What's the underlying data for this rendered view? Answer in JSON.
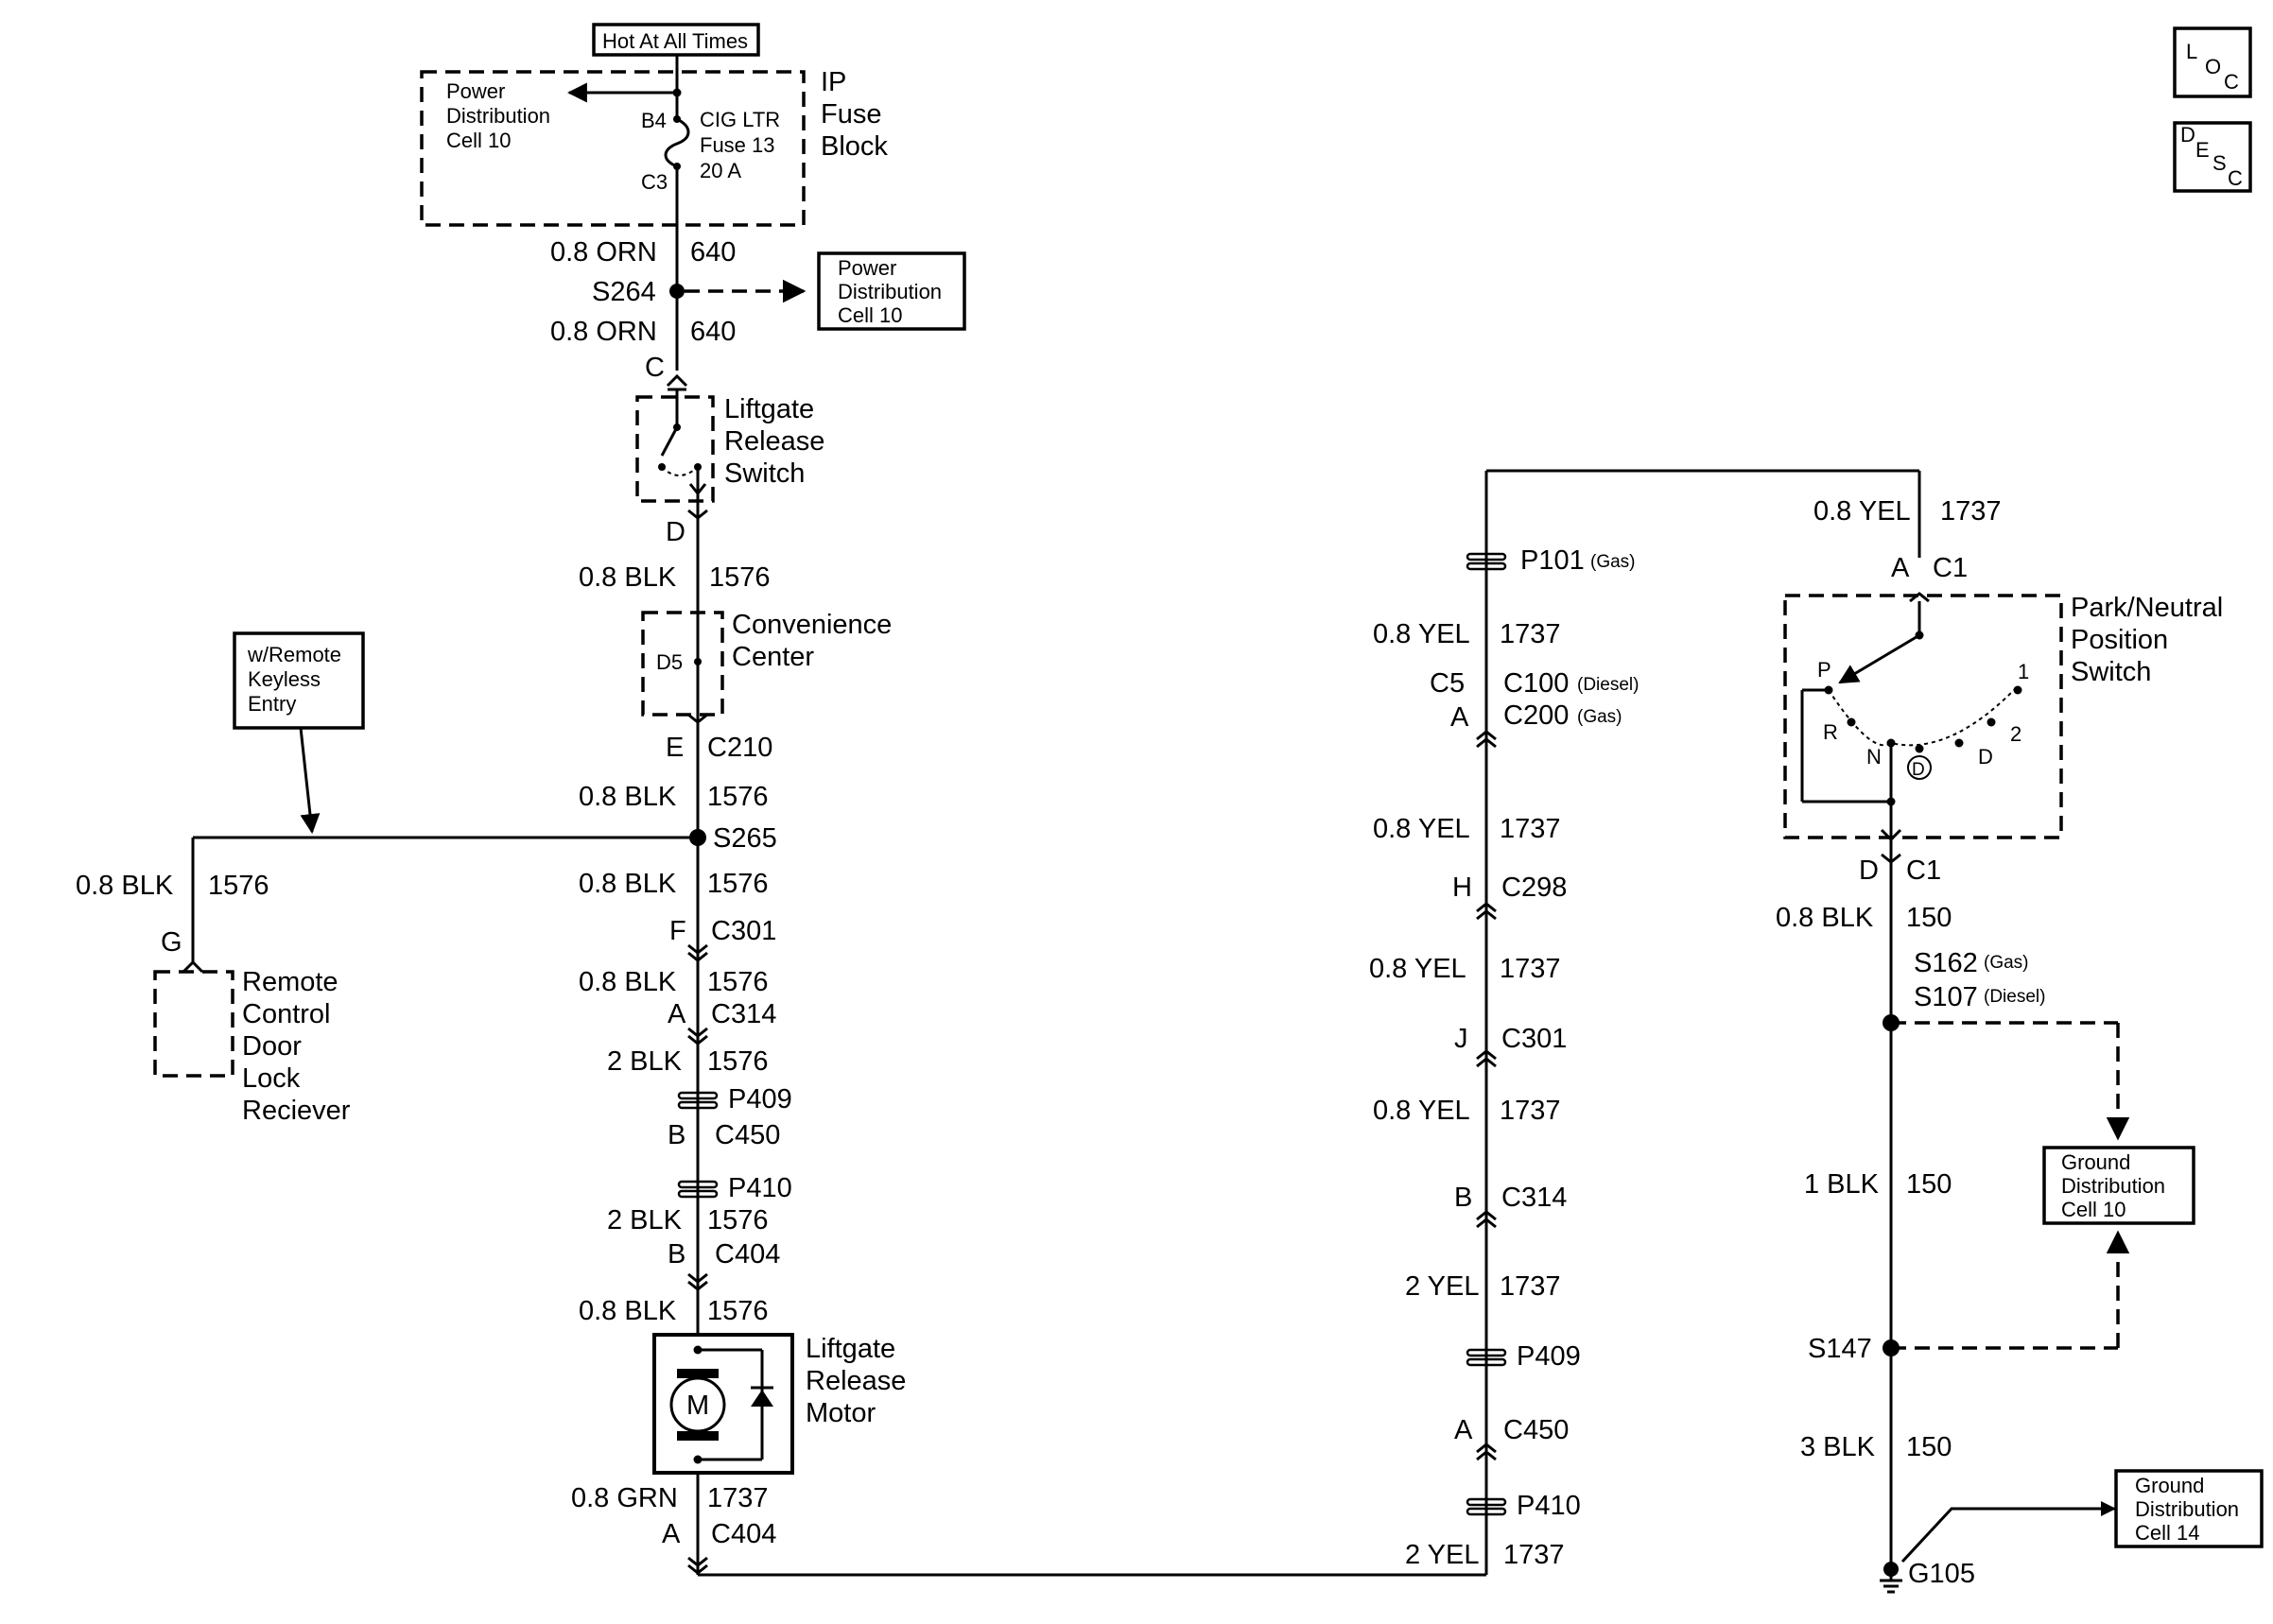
{
  "fuse_block": {
    "hot_label": "Hot At All Times",
    "pd_cell": [
      "Power",
      "Distribution",
      "Cell 10"
    ],
    "title": [
      "IP",
      "Fuse",
      "Block"
    ],
    "pin_top": "B4",
    "pin_bottom": "C3",
    "fuse": [
      "CIG LTR",
      "Fuse 13",
      "20 A"
    ]
  },
  "main_circuit": {
    "wire_640_a": {
      "size_color": "0.8 ORN",
      "circuit": "640"
    },
    "splice_s264": "S264",
    "pd_box": [
      "Power",
      "Distribution",
      "Cell 10"
    ],
    "wire_640_b": {
      "size_color": "0.8 ORN",
      "circuit": "640"
    },
    "pin_c": "C",
    "liftgate_switch": [
      "Liftgate",
      "Release",
      "Switch"
    ],
    "pin_d": "D",
    "wire_1576_a": {
      "size_color": "0.8 BLK",
      "circuit": "1576"
    },
    "convenience_center": [
      "Convenience",
      "Center"
    ],
    "conv_pin": "D5",
    "c210": {
      "pin": "E",
      "conn": "C210"
    },
    "wire_1576_b": {
      "size_color": "0.8 BLK",
      "circuit": "1576"
    },
    "splice_s265": "S265",
    "wire_1576_c": {
      "size_color": "0.8 BLK",
      "circuit": "1576"
    },
    "c301": {
      "pin": "F",
      "conn": "C301"
    },
    "wire_1576_d": {
      "size_color": "0.8 BLK",
      "circuit": "1576"
    },
    "c314": {
      "pin": "A",
      "conn": "C314"
    },
    "wire_1576_e": {
      "size_color": "2 BLK",
      "circuit": "1576"
    },
    "p409": "P409",
    "c450": {
      "pin": "B",
      "conn": "C450"
    },
    "p410": "P410",
    "wire_1576_f": {
      "size_color": "2 BLK",
      "circuit": "1576"
    },
    "c404_top": {
      "pin": "B",
      "conn": "C404"
    },
    "wire_1576_g": {
      "size_color": "0.8 BLK",
      "circuit": "1576"
    },
    "motor_symbol": "M",
    "motor": [
      "Liftgate",
      "Release",
      "Motor"
    ],
    "wire_1737_a": {
      "size_color": "0.8 GRN",
      "circuit": "1737"
    },
    "c404_bottom": {
      "pin": "A",
      "conn": "C404"
    }
  },
  "keyless": {
    "note": [
      "w/Remote",
      "Keyless",
      "Entry"
    ],
    "wire": {
      "size_color": "0.8 BLK",
      "circuit": "1576"
    },
    "pin_g": "G",
    "receiver": [
      "Remote",
      "Control",
      "Door",
      "Lock",
      "Reciever"
    ]
  },
  "yel_circuit": {
    "p101": "P101",
    "p101_note": "(Gas)",
    "wire_a": {
      "size_color": "0.8 YEL",
      "circuit": "1737"
    },
    "c100": {
      "pin": "C5",
      "conn": "C100",
      "note": "(Diesel)"
    },
    "c200": {
      "pin": "A",
      "conn": "C200",
      "note": "(Gas)"
    },
    "wire_b": {
      "size_color": "0.8 YEL",
      "circuit": "1737"
    },
    "c298": {
      "pin": "H",
      "conn": "C298"
    },
    "wire_c": {
      "size_color": "0.8 YEL",
      "circuit": "1737"
    },
    "c301": {
      "pin": "J",
      "conn": "C301"
    },
    "wire_d": {
      "size_color": "0.8 YEL",
      "circuit": "1737"
    },
    "c314": {
      "pin": "B",
      "conn": "C314"
    },
    "wire_e": {
      "size_color": "2 YEL",
      "circuit": "1737"
    },
    "p409": "P409",
    "c450": {
      "pin": "A",
      "conn": "C450"
    },
    "p410": "P410",
    "wire_f": {
      "size_color": "2 YEL",
      "circuit": "1737"
    }
  },
  "pn_switch": {
    "wire_top": {
      "size_color": "0.8 YEL",
      "circuit": "1737"
    },
    "c1_top": {
      "pin": "A",
      "conn": "C1"
    },
    "title": [
      "Park/Neutral",
      "Position",
      "Switch"
    ],
    "positions": {
      "p": "P",
      "r": "R",
      "n": "N",
      "d_circle": "D",
      "d": "D",
      "two": "2",
      "one": "1"
    },
    "c1_bottom": {
      "pin": "D",
      "conn": "C1"
    },
    "wire_150_a": {
      "size_color": "0.8 BLK",
      "circuit": "150"
    },
    "s162": "S162",
    "s162_note": "(Gas)",
    "s107": "S107",
    "s107_note": "(Diesel)",
    "wire_150_b": {
      "size_color": "1 BLK",
      "circuit": "150"
    },
    "gd10": [
      "Ground",
      "Distribution",
      "Cell 10"
    ],
    "s147": "S147",
    "wire_150_c": {
      "size_color": "3 BLK",
      "circuit": "150"
    },
    "gd14": [
      "Ground",
      "Distribution",
      "Cell 14"
    ],
    "g105": "G105"
  },
  "icons": {
    "loc": [
      "L",
      "O",
      "C"
    ],
    "desc": [
      "D",
      "E",
      "S",
      "C"
    ]
  }
}
